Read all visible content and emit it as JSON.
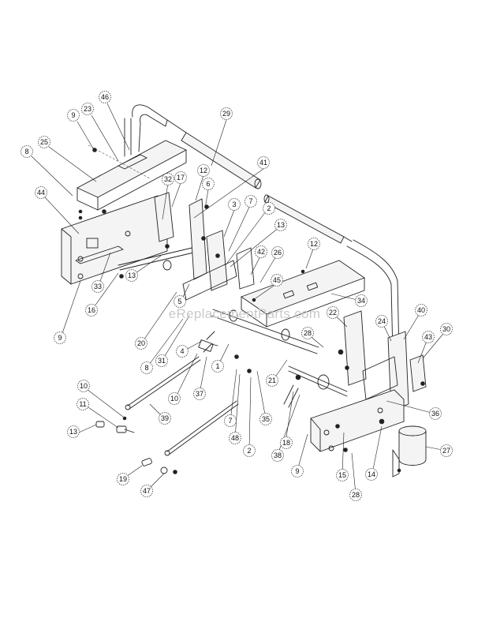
{
  "watermark": "eReplacementParts.com",
  "callouts": [
    {
      "label": "9"
    },
    {
      "label": "23"
    },
    {
      "label": "46"
    },
    {
      "label": "29"
    },
    {
      "label": "25"
    },
    {
      "label": "8"
    },
    {
      "label": "41"
    },
    {
      "label": "12"
    },
    {
      "label": "17"
    },
    {
      "label": "32"
    },
    {
      "label": "6"
    },
    {
      "label": "44"
    },
    {
      "label": "3"
    },
    {
      "label": "7"
    },
    {
      "label": "2"
    },
    {
      "label": "13"
    },
    {
      "label": "12"
    },
    {
      "label": "42"
    },
    {
      "label": "26"
    },
    {
      "label": "45"
    },
    {
      "label": "33"
    },
    {
      "label": "13"
    },
    {
      "label": "16"
    },
    {
      "label": "5"
    },
    {
      "label": "34"
    },
    {
      "label": "9"
    },
    {
      "label": "20"
    },
    {
      "label": "22"
    },
    {
      "label": "40"
    },
    {
      "label": "24"
    },
    {
      "label": "30"
    },
    {
      "label": "28"
    },
    {
      "label": "43"
    },
    {
      "label": "31"
    },
    {
      "label": "4"
    },
    {
      "label": "8"
    },
    {
      "label": "1"
    },
    {
      "label": "10"
    },
    {
      "label": "37"
    },
    {
      "label": "21"
    },
    {
      "label": "10"
    },
    {
      "label": "39"
    },
    {
      "label": "7"
    },
    {
      "label": "35"
    },
    {
      "label": "36"
    },
    {
      "label": "11"
    },
    {
      "label": "48"
    },
    {
      "label": "18"
    },
    {
      "label": "13"
    },
    {
      "label": "2"
    },
    {
      "label": "38"
    },
    {
      "label": "27"
    },
    {
      "label": "9"
    },
    {
      "label": "15"
    },
    {
      "label": "14"
    },
    {
      "label": "28"
    },
    {
      "label": "19"
    },
    {
      "label": "47"
    }
  ]
}
